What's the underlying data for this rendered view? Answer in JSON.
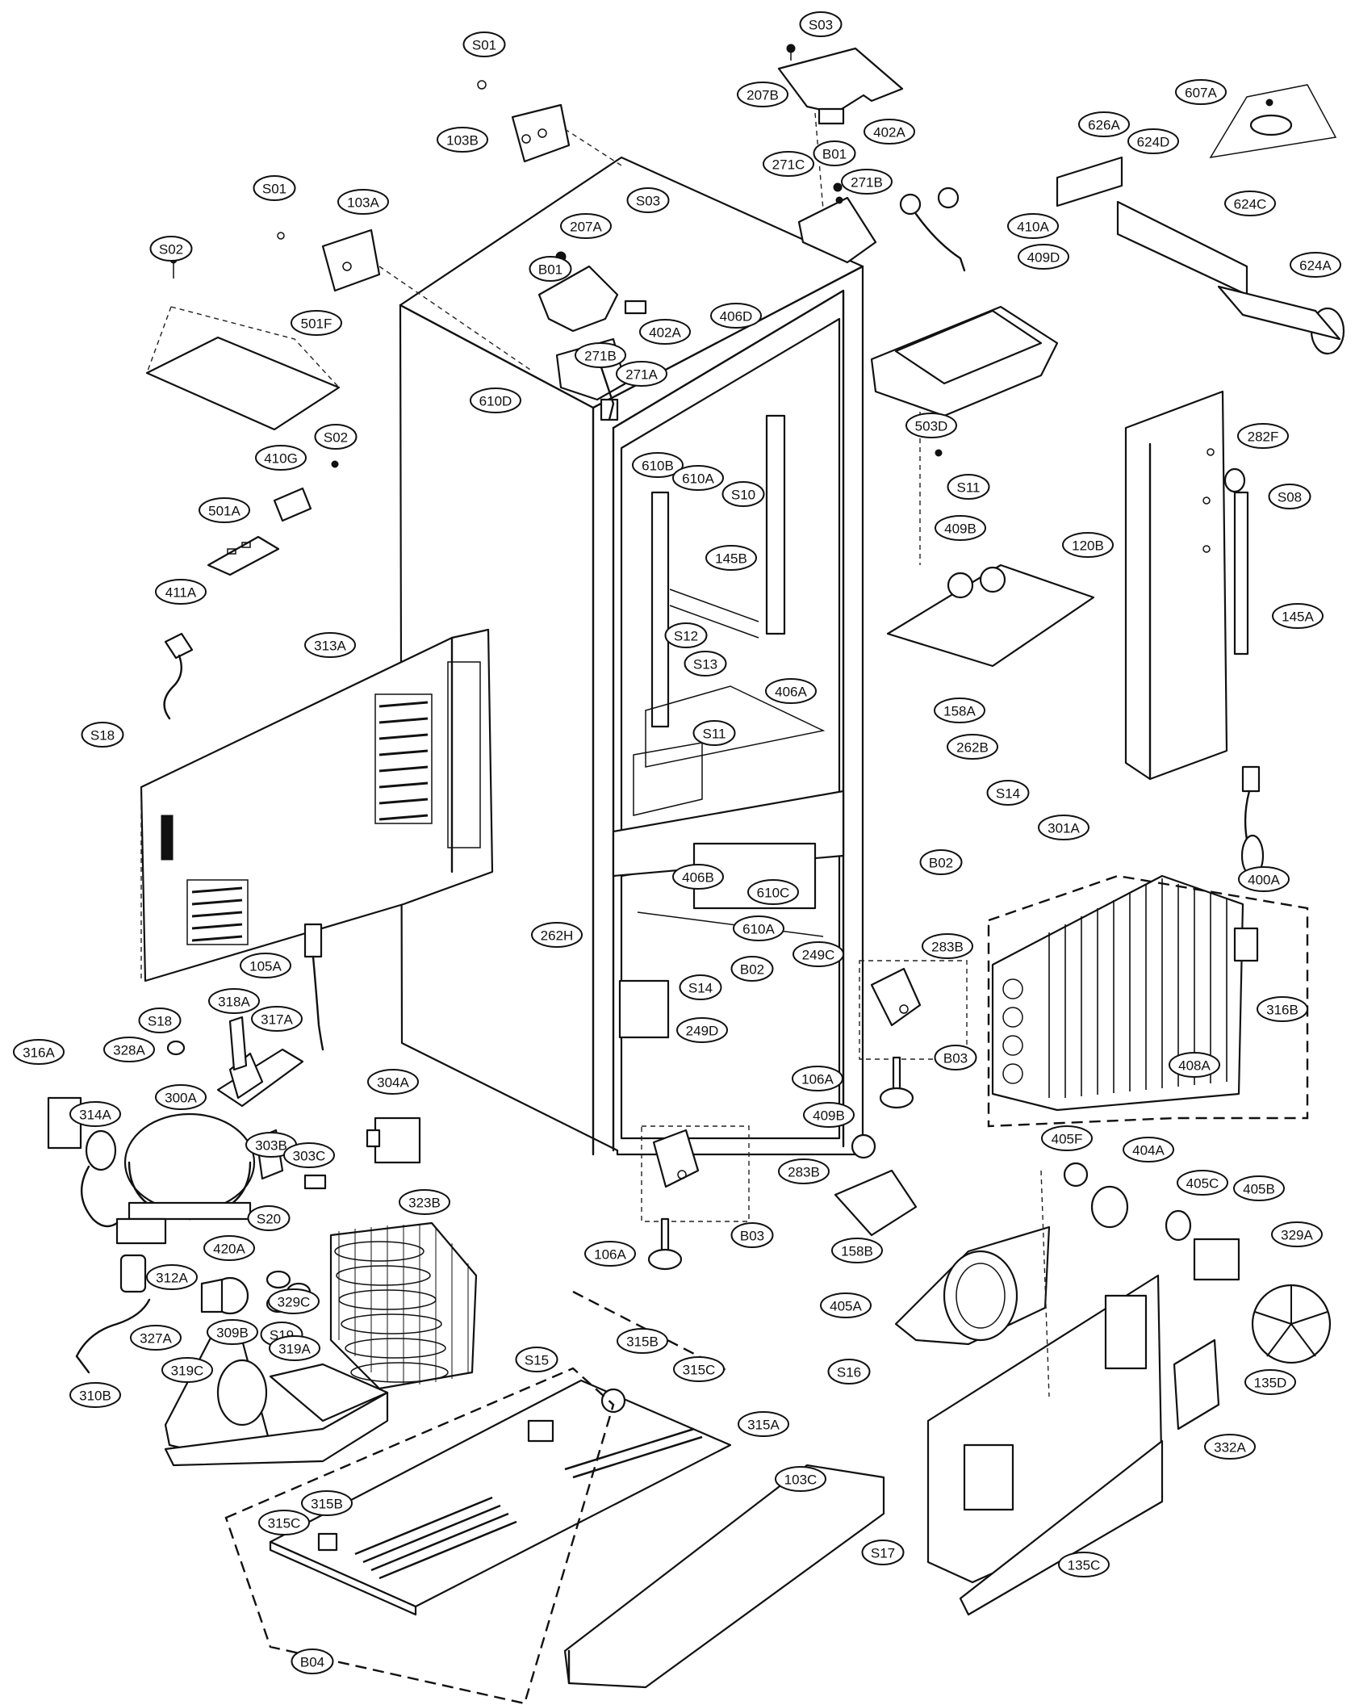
{
  "labels": {
    "S01a": "S01",
    "S03a": "S03",
    "207B": "207B",
    "402Aa": "402A",
    "B01a": "B01",
    "103B": "103B",
    "271C": "271C",
    "271Ba": "271B",
    "607A": "607A",
    "626A": "626A",
    "624D": "624D",
    "S01b": "S01",
    "103A": "103A",
    "S03b": "S03",
    "207A": "207A",
    "410A": "410A",
    "624C": "624C",
    "S02a": "S02",
    "B01b": "B01",
    "409D": "409D",
    "624A": "624A",
    "501F": "501F",
    "402Ab": "402A",
    "406D": "406D",
    "271Bb": "271B",
    "271A": "271A",
    "610D": "610D",
    "503D": "503D",
    "S02b": "S02",
    "610B": "610B",
    "282F": "282F",
    "410G": "410G",
    "S11a": "S11",
    "610Aa": "610A",
    "S10": "S10",
    "S08": "S08",
    "501A": "501A",
    "409Ba": "409B",
    "120B": "120B",
    "145B": "145B",
    "411A": "411A",
    "145A": "145A",
    "S12": "S12",
    "313A": "313A",
    "S13": "S13",
    "406A": "406A",
    "158A": "158A",
    "S18a": "S18",
    "S11b": "S11",
    "262B": "262B",
    "S14a": "S14",
    "301A": "301A",
    "406B": "406B",
    "610C": "610C",
    "B02a": "B02",
    "400A": "400A",
    "262H": "262H",
    "610Ab": "610A",
    "B02b": "B02",
    "249C": "249C",
    "105A": "105A",
    "283Ba": "283B",
    "S14b": "S14",
    "316B": "316B",
    "S18b": "S18",
    "318A": "318A",
    "317A": "317A",
    "249D": "249D",
    "B03a": "B03",
    "316A": "316A",
    "328A": "328A",
    "106Aa": "106A",
    "408A": "408A",
    "304A": "304A",
    "300A": "300A",
    "314A": "314A",
    "409Bb": "409B",
    "303B": "303B",
    "283Bb": "283B",
    "405F": "405F",
    "404A": "404A",
    "303C": "303C",
    "405C": "405C",
    "405B": "405B",
    "323B": "323B",
    "S20": "S20",
    "B03b": "B03",
    "158B": "158B",
    "420A": "420A",
    "329A": "329A",
    "106Ab": "106A",
    "312A": "312A",
    "329C": "329C",
    "405A": "405A",
    "327A": "327A",
    "309B": "309B",
    "S19": "S19",
    "319A": "319A",
    "315B": "315B",
    "S15": "S15",
    "315C": "315C",
    "S16": "S16",
    "135D": "135D",
    "319C": "319C",
    "310B": "310B",
    "315A": "315A",
    "103C": "103C",
    "332A": "332A",
    "315Bb": "315B",
    "315Cb": "315C",
    "S17": "S17",
    "135C": "135C",
    "B04": "B04"
  }
}
